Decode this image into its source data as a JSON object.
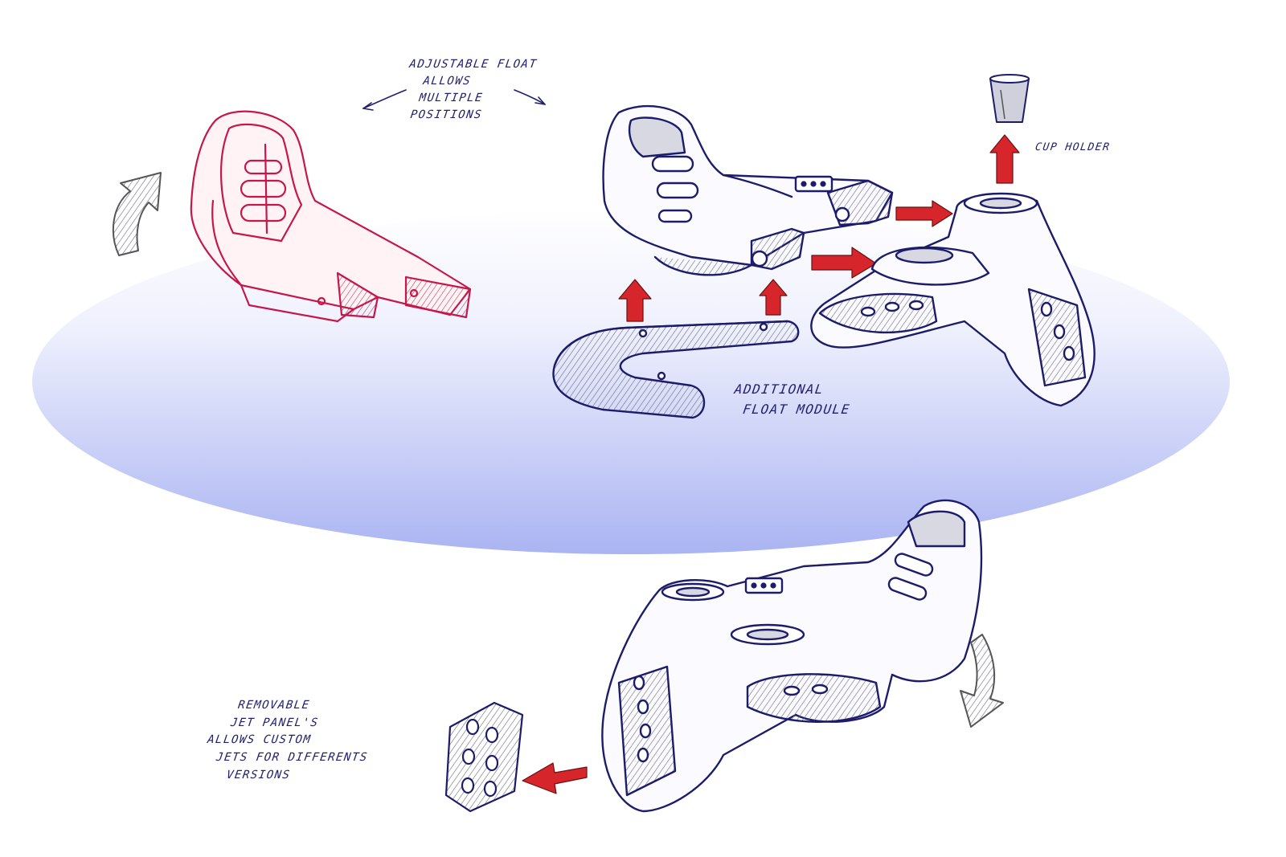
{
  "colors": {
    "ink": "#1c1c6b",
    "red_ink": "#c4184a",
    "accent_arrow": "#d7262b",
    "ellipse_top": "#ffffff",
    "ellipse_bottom": "#aab4f2"
  },
  "annotations": {
    "adjustable_float": [
      "ADJUSTABLE FLOAT",
      "ALLOWS",
      "MULTIPLE",
      "POSITIONS"
    ],
    "cup_holder": "CUP HOLDER",
    "additional_float_module": [
      "ADDITIONAL",
      "FLOAT MODULE"
    ],
    "removable_jet_panels": [
      "REMOVABLE",
      "JET PANEL'S",
      "ALLOWS CUSTOM",
      "JETS FOR DIFFERENTS",
      "VERSIONS"
    ]
  },
  "icons": {
    "rotate_arrow": "curved-arrow-icon",
    "red_arrow": "red-arrow-icon",
    "swing_arrow": "curved-down-arrow-icon",
    "cup": "cup-icon"
  }
}
